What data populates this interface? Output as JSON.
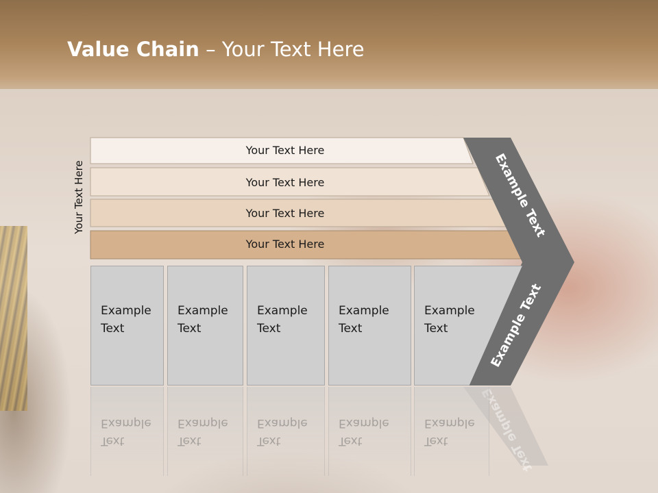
{
  "title": {
    "bold": "Value Chain",
    "rest": " – Your Text Here"
  },
  "side_label": "Your Text Here",
  "rows": [
    {
      "label": "Your Text Here",
      "color": "#f7f0ea"
    },
    {
      "label": "Your Text Here",
      "color": "#f0e2d4"
    },
    {
      "label": "Your Text Here",
      "color": "#e8d4bf"
    },
    {
      "label": "Your Text Here",
      "color": "#d5b18d"
    }
  ],
  "columns": [
    {
      "line1": "Example",
      "line2": "Text"
    },
    {
      "line1": "Example",
      "line2": "Text"
    },
    {
      "line1": "Example",
      "line2": "Text"
    },
    {
      "line1": "Example",
      "line2": "Text"
    },
    {
      "line1": "Example",
      "line2": "Text"
    }
  ],
  "arrow": {
    "top_label": "Example Text",
    "bottom_label": "Example Text",
    "color": "#6f6f6f"
  }
}
